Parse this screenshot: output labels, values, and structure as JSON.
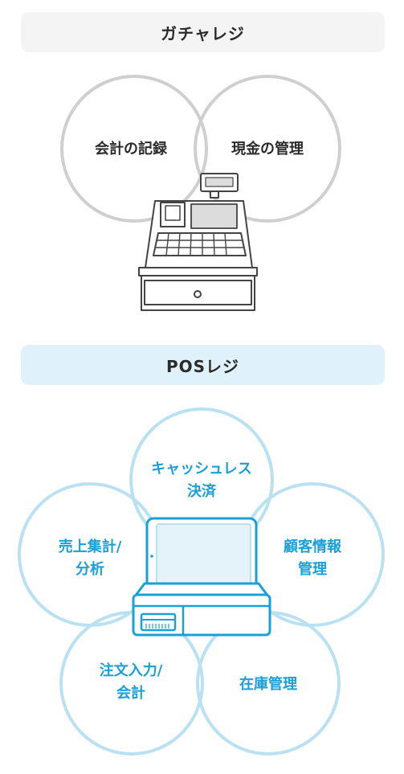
{
  "gacha": {
    "title": "ガチャレジ",
    "circles": [
      {
        "label_lines": [
          "会計の記録"
        ]
      },
      {
        "label_lines": [
          "現金の管理"
        ]
      }
    ]
  },
  "pos": {
    "title": "POSレジ",
    "circles": [
      {
        "label_lines": [
          "キャッシュレス",
          "決済"
        ]
      },
      {
        "label_lines": [
          "売上集計/",
          "分析"
        ]
      },
      {
        "label_lines": [
          "顧客情報",
          "管理"
        ]
      },
      {
        "label_lines": [
          "注文入力/",
          "会計"
        ]
      },
      {
        "label_lines": [
          "在庫管理"
        ]
      }
    ]
  },
  "colors": {
    "gacha_circle": "#cfcfcf",
    "gacha_text": "#2b2b2b",
    "pos_circle": "#b9e1f2",
    "pos_text": "#1aa0d8",
    "pos_device": "#1aa0d8",
    "pos_screen": "#e4f2fa"
  }
}
